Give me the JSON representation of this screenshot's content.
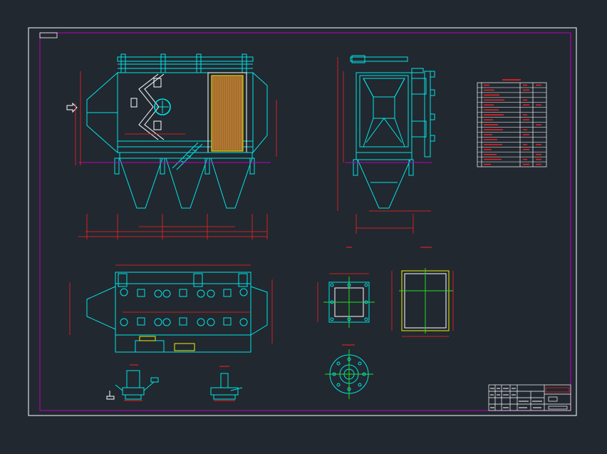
{
  "canvas": {
    "background": "#212830",
    "colors": {
      "border": "#ffffff",
      "frame": "#c000c0",
      "cyan": "#00e5e5",
      "red": "#ff2020",
      "yellow": "#f0f000",
      "green": "#20e020",
      "orange": "#d08030",
      "magenta": "#c000c0"
    }
  },
  "drawing": {
    "front_view": {
      "name": "front-elevation-view",
      "hoppers": 3
    },
    "side_view": {
      "name": "side-elevation-view",
      "hoppers": 1
    },
    "top_view": {
      "name": "plan-view"
    },
    "flange_square": {
      "name": "square-flange-detail"
    },
    "flange_rect": {
      "name": "rectangular-flange-detail"
    },
    "flange_round": {
      "name": "round-flange-detail"
    },
    "valve_detail": {
      "name": "discharge-valve-detail"
    },
    "nozzle_detail": {
      "name": "nozzle-detail"
    },
    "parts_table": {
      "name": "parts-list-table",
      "rows": 17,
      "cols": 4
    },
    "title_block": {
      "name": "title-block"
    }
  }
}
